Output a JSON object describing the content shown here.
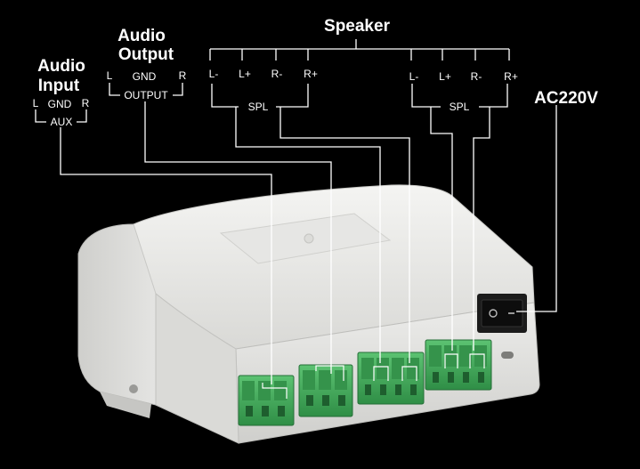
{
  "labels": {
    "speaker": "Speaker",
    "audio_output_line1": "Audio",
    "audio_output_line2": "Output",
    "audio_input_line1": "Audio",
    "audio_input_line2": "Input",
    "ac": "AC220V",
    "output_tag": "OUTPUT",
    "aux_tag": "AUX",
    "spl_a": "SPL",
    "spl_b": "SPL",
    "out_l": "L",
    "out_gnd": "GND",
    "out_r": "R",
    "in_l": "L",
    "in_gnd": "GND",
    "in_r": "R",
    "spk_a_lminus": "L-",
    "spk_a_lplus": "L+",
    "spk_a_rminus": "R-",
    "spk_a_rplus": "R+",
    "spk_b_lminus": "L-",
    "spk_b_lplus": "L+",
    "spk_b_rminus": "R-",
    "spk_b_rplus": "R+"
  },
  "colors": {
    "background": "#000000",
    "device_body": "#e8e8e6",
    "terminal_green": "#3fae5a",
    "leader_line": "#ffffff"
  },
  "icons": {
    "power_switch": "rocker-switch-icon",
    "terminal_block": "screw-terminal-icon"
  }
}
